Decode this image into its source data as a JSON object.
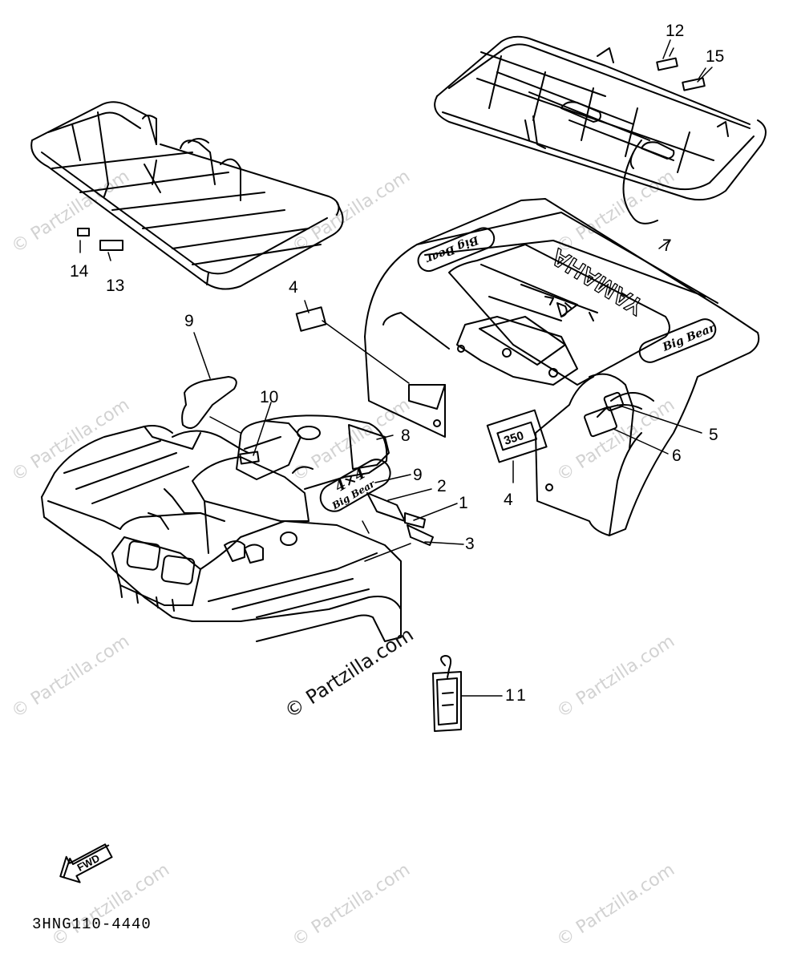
{
  "diagram": {
    "drawing_code": "3HNG110-4440",
    "fwd_label": "FWD",
    "brand_text": "YAMAHA",
    "model_text": "Big Bear",
    "size_badge": "350",
    "badge_4x4": "4×4",
    "watermark_main": "© Partzilla.com",
    "watermark": "© Partzilla.com",
    "callouts": {
      "c1": "1",
      "c2": "2",
      "c3": "3",
      "c4a": "4",
      "c4b": "4",
      "c5": "5",
      "c6": "6",
      "c7": "7",
      "c8": "8",
      "c9a": "9",
      "c9b": "9",
      "c10": "10",
      "c11": "11",
      "c12": "12",
      "c13": "13",
      "c14": "14",
      "c15": "15"
    }
  }
}
